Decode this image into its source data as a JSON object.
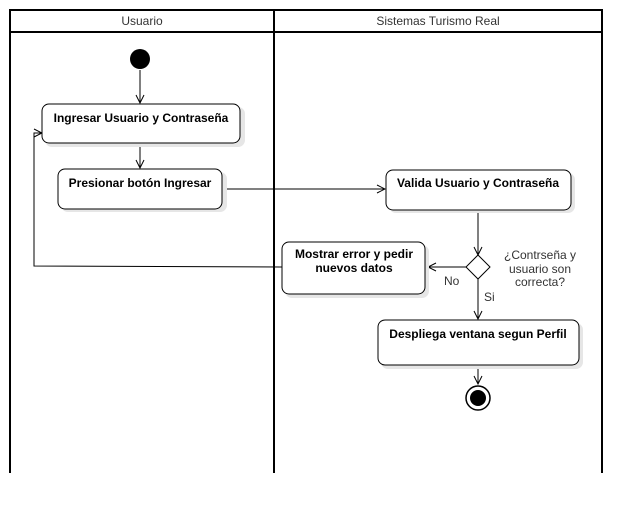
{
  "lanes": {
    "left_title": "Usuario",
    "right_title": "Sistemas Turismo Real"
  },
  "nodes": {
    "ingresar": "Ingresar Usuario y Contraseña",
    "presionar": "Presionar botón Ingresar",
    "valida": "Valida Usuario y Contraseña",
    "mostrar_error_line1": "Mostrar error y pedir",
    "mostrar_error_line2": "nuevos datos",
    "despliega": "Despliega ventana segun Perfil"
  },
  "decision": {
    "question_line1": "¿Contrseña y",
    "question_line2": "usuario son",
    "question_line3": "correcta?",
    "no_label": "No",
    "yes_label": "Si"
  },
  "colors": {
    "line": "#000000",
    "shadow": "#e6e6e6",
    "lane_text": "#333333"
  }
}
